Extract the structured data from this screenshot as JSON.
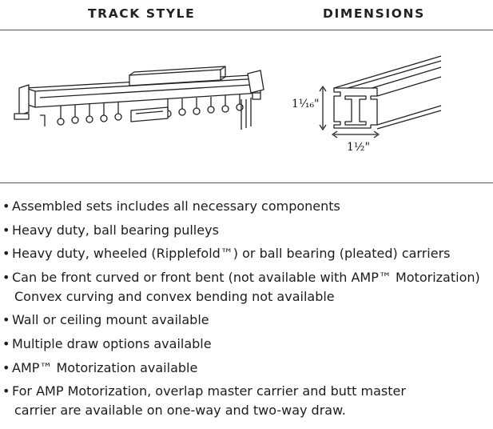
{
  "headers": {
    "track_style": "TRACK STYLE",
    "dimensions": "DIMENSIONS"
  },
  "dimensions": {
    "height": "1¹⁄₁₆\"",
    "width": "1½\""
  },
  "features": [
    {
      "line1": "Assembled sets includes all necessary components",
      "line2": ""
    },
    {
      "line1": "Heavy duty, ball bearing pulleys",
      "line2": ""
    },
    {
      "line1": "Heavy duty, wheeled (Ripplefold™) or ball bearing (pleated) carriers",
      "line2": ""
    },
    {
      "line1": "Can be front curved or front bent (not available with AMP™ Motorization)",
      "line2": "Convex curving and convex bending not available"
    },
    {
      "line1": "Wall or ceiling mount available",
      "line2": ""
    },
    {
      "line1": "Multiple draw options available",
      "line2": ""
    },
    {
      "line1": "AMP™ Motorization available",
      "line2": ""
    },
    {
      "line1": "For AMP Motorization, overlap master carrier and butt master",
      "line2": "carrier are available on one-way and two-way draw."
    }
  ]
}
